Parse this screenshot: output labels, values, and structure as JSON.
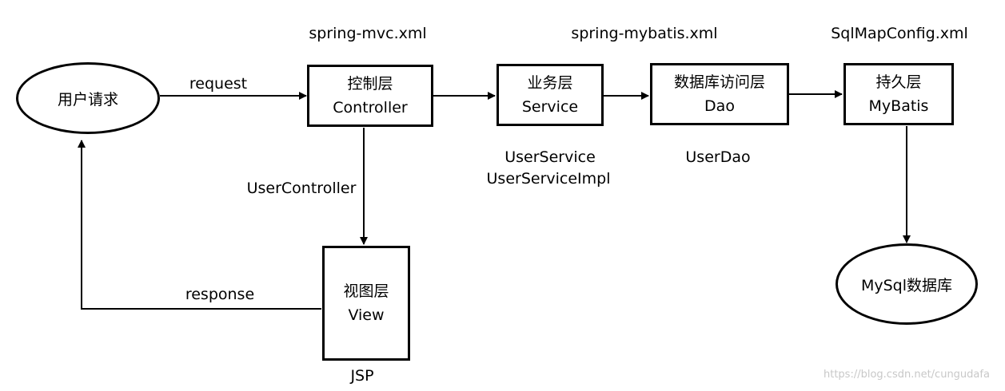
{
  "nodes": {
    "user_request": "用户请求",
    "controller": {
      "line1": "控制层",
      "line2": "Controller"
    },
    "service": {
      "line1": "业务层",
      "line2": "Service"
    },
    "dao": {
      "line1": "数据库访问层",
      "line2": "Dao"
    },
    "persistence": {
      "line1": "持久层",
      "line2": "MyBatis"
    },
    "mysql": "MySql数据库",
    "view": {
      "line1": "视图层",
      "line2": "View"
    }
  },
  "labels": {
    "spring_mvc": "spring-mvc.xml",
    "spring_mybatis": "spring-mybatis.xml",
    "sqlmapconfig": "SqlMapConfig.xml",
    "request": "request",
    "response": "response",
    "user_controller": "UserController",
    "user_service": "UserService",
    "user_service_impl": "UserServiceImpl",
    "user_dao": "UserDao",
    "jsp": "JSP"
  },
  "watermark": "https://blog.csdn.net/cungudafa"
}
